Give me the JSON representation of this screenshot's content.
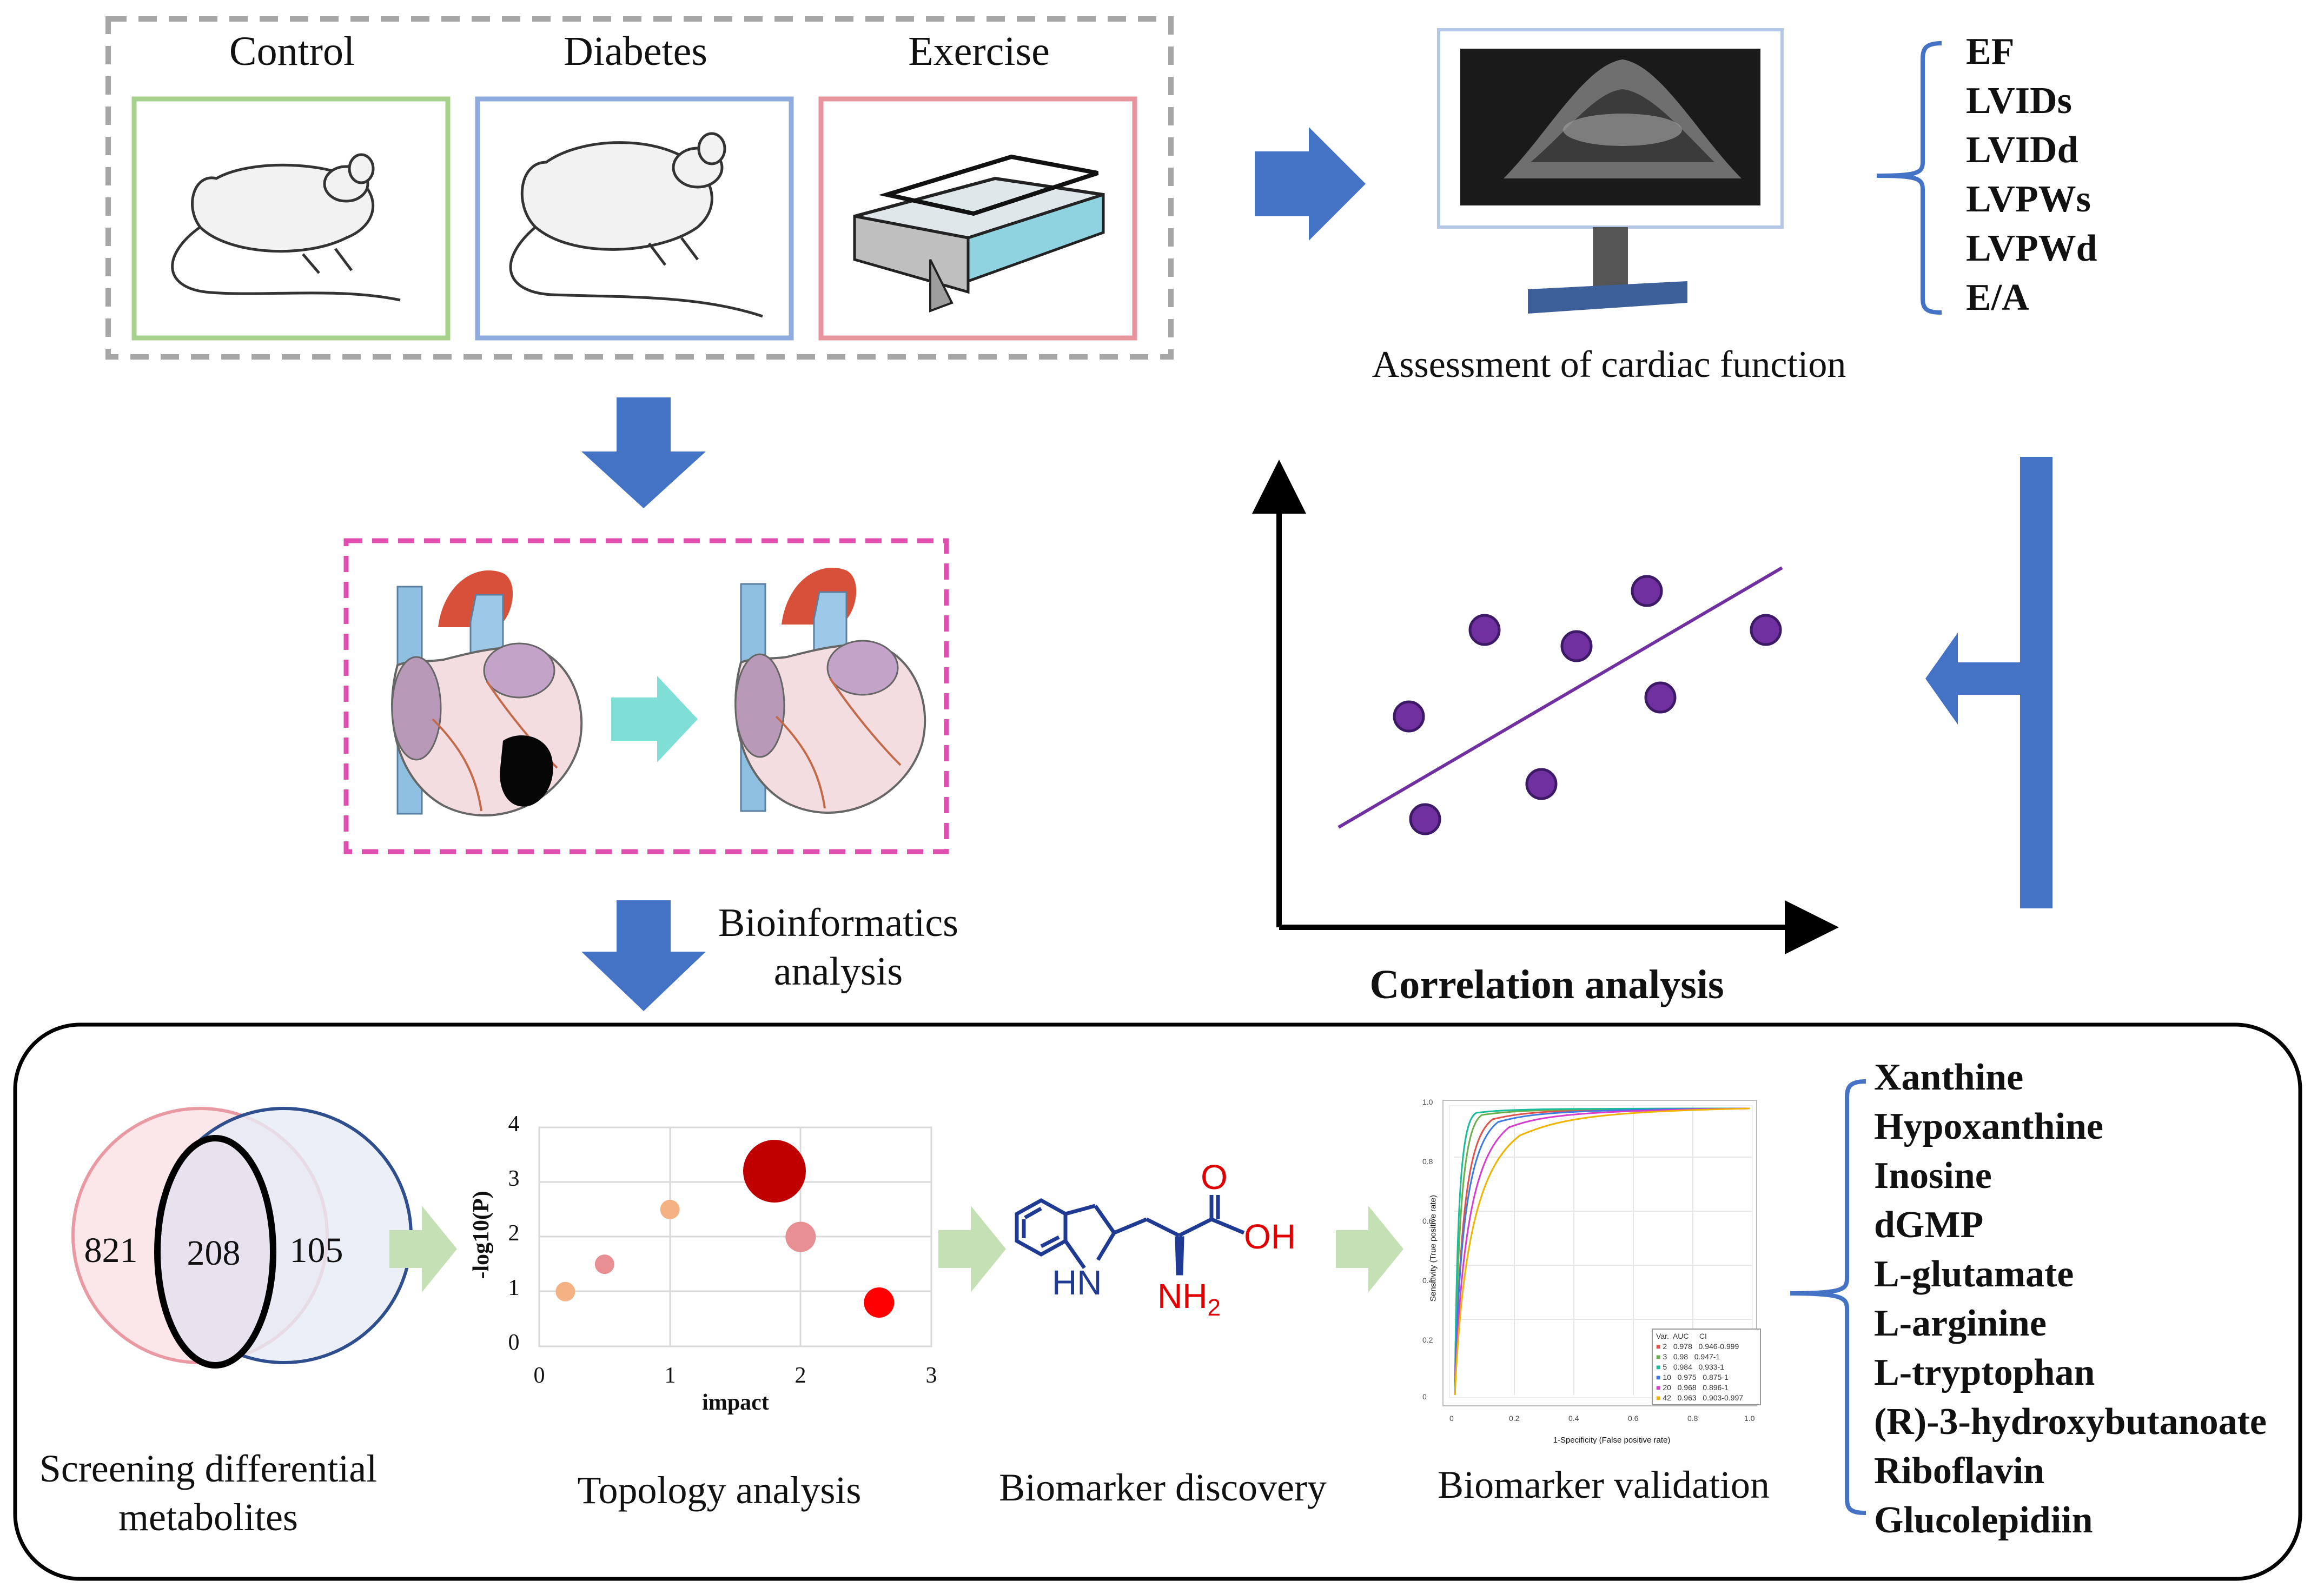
{
  "groups": {
    "control": "Control",
    "diabetes": "Diabetes",
    "exercise": "Exercise"
  },
  "cardiac": {
    "caption": "Assessment of cardiac function",
    "params": [
      "EF",
      "LVIDs",
      "LVIDd",
      "LVPWs",
      "LVPWd",
      "E/A"
    ]
  },
  "correlation": {
    "caption": "Correlation analysis"
  },
  "bioinformatics": {
    "line1": "Bioinformatics",
    "line2": "analysis"
  },
  "venn": {
    "left_only": "821",
    "overlap": "208",
    "right_only": "105",
    "caption_line1": "Screening differential",
    "caption_line2": "metabolites"
  },
  "topology": {
    "caption": "Topology analysis",
    "ylabel": "-log10(P)",
    "xlabel": "impact",
    "x_ticks": [
      "0",
      "1",
      "2",
      "3"
    ],
    "y_ticks": [
      "0",
      "1",
      "2",
      "3",
      "4"
    ]
  },
  "chart_data": {
    "type": "scatter",
    "title": "",
    "xlabel": "impact",
    "ylabel": "-log10(P)",
    "xlim": [
      0,
      3
    ],
    "ylim": [
      0,
      4
    ],
    "grid": true,
    "points": [
      {
        "x": 0.2,
        "y": 1.0,
        "size": "small",
        "color": "#f4b183"
      },
      {
        "x": 0.5,
        "y": 1.5,
        "size": "small",
        "color": "#e88f94"
      },
      {
        "x": 1.0,
        "y": 2.5,
        "size": "small",
        "color": "#f4b183"
      },
      {
        "x": 1.8,
        "y": 3.2,
        "size": "large",
        "color": "#c00000"
      },
      {
        "x": 2.0,
        "y": 2.0,
        "size": "medium",
        "color": "#e88f94"
      },
      {
        "x": 2.6,
        "y": 0.8,
        "size": "medium",
        "color": "#ff0000"
      }
    ]
  },
  "biomarker": {
    "discovery_caption": "Biomarker discovery",
    "validation_caption": "Biomarker validation",
    "molecule": {
      "hn": "HN",
      "nh2": "NH",
      "nh2_sub": "2",
      "oh": "OH",
      "o": "O"
    }
  },
  "roc": {
    "ylabel": "Sensitivity (True positive rate)",
    "xlabel": "1-Specificity (False positive rate)",
    "ticks": [
      "0",
      "0.2",
      "0.4",
      "0.6",
      "0.8",
      "1.0"
    ],
    "legend_header": "Var.  AUC     CI",
    "legend_rows": [
      {
        "var": "2",
        "auc": "0.978",
        "ci": "0.946-0.999",
        "color": "#e0524a"
      },
      {
        "var": "3",
        "auc": "0.98",
        "ci": "0.947-1",
        "color": "#6ab04c"
      },
      {
        "var": "5",
        "auc": "0.984",
        "ci": "0.933-1",
        "color": "#1abc9c"
      },
      {
        "var": "10",
        "auc": "0.975",
        "ci": "0.875-1",
        "color": "#3d7be0"
      },
      {
        "var": "20",
        "auc": "0.968",
        "ci": "0.896-1",
        "color": "#d63ccf"
      },
      {
        "var": "42",
        "auc": "0.963",
        "ci": "0.903-0.997",
        "color": "#f0b400"
      }
    ]
  },
  "metabolites": [
    "Xanthine",
    "Hypoxanthine",
    "Inosine",
    "dGMP",
    "L-glutamate",
    "L-arginine",
    "L-tryptophan",
    "(R)-3-hydroxybutanoate",
    "Riboflavin",
    "Glucolepidiin"
  ],
  "colors": {
    "arrow_blue": "#4472c4",
    "arrow_green": "#c5e0b4",
    "arrow_cyan": "#7fdfd7",
    "control_box": "#a9d18e",
    "diabetes_box": "#8faadc",
    "exercise_box": "#e8949c",
    "heart_box": "#e04fb0",
    "scatter_point": "#7030a0"
  }
}
